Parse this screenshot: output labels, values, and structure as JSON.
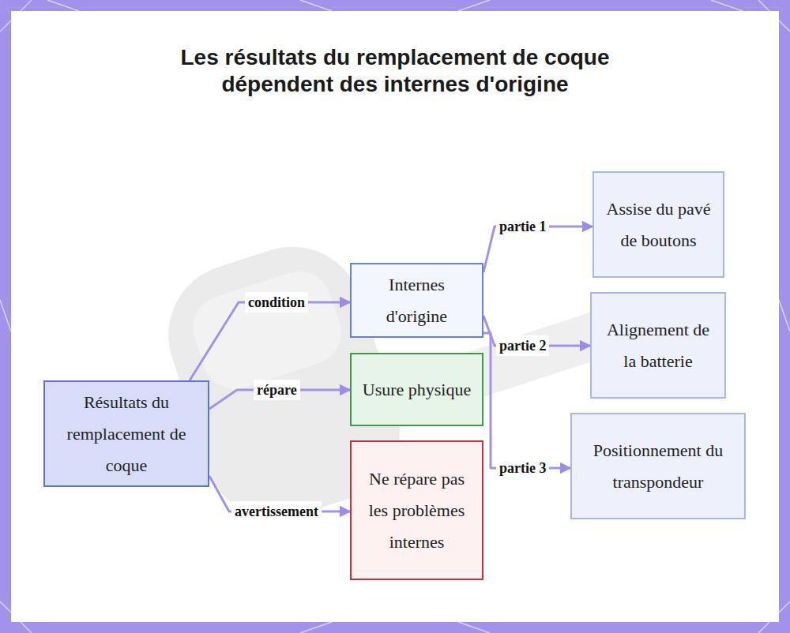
{
  "diagram": {
    "title": "Les résultats du remplacement de coque dépendent des internes d'origine",
    "nodes": [
      {
        "text": [
          "Résultats du remplacement de coque"
        ]
      },
      {
        "text": [
          "Internes d'origine"
        ]
      },
      {
        "text": [
          "Usure physique"
        ]
      },
      {
        "text": [
          "Ne répare pas les problèmes internes"
        ]
      },
      {
        "text": [
          "Assise du pavé de boutons"
        ]
      },
      {
        "text": [
          "Alignement de la batterie"
        ]
      },
      {
        "text": [
          "Positionnement du transpondeur"
        ]
      }
    ],
    "edges": [
      {
        "from": 0,
        "to": 1,
        "label": "condition",
        "arrow": "to"
      },
      {
        "from": 0,
        "to": 2,
        "label": "répare",
        "arrow": "to"
      },
      {
        "from": 0,
        "to": 3,
        "label": "avertissement",
        "arrow": "to"
      },
      {
        "from": 1,
        "to": 4,
        "label": "partie 1",
        "arrow": "to"
      },
      {
        "from": 1,
        "to": 5,
        "label": "partie 2",
        "arrow": "to"
      },
      {
        "from": 1,
        "to": 6,
        "label": "partie 3",
        "arrow": "to"
      }
    ]
  }
}
